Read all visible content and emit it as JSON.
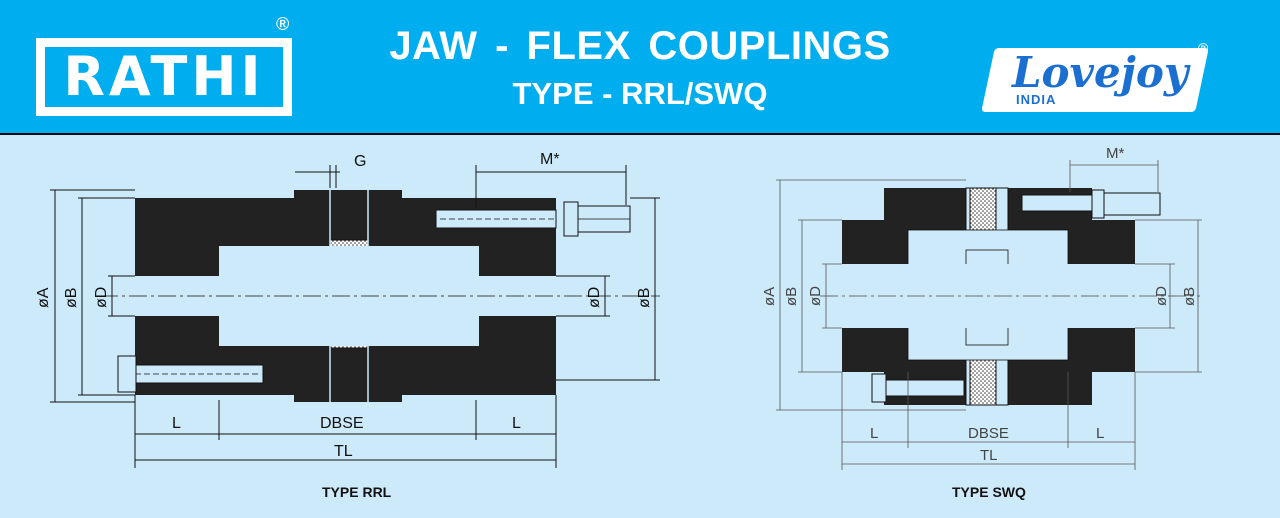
{
  "header": {
    "rathi_logo": "RATHI",
    "registered_mark": "®",
    "title": "JAW - FLEX  COUPLINGS",
    "subtitle": "TYPE - RRL/SWQ",
    "lovejoy_logo": "Lovejoy",
    "lovejoy_subtext": "INDIA",
    "lovejoy_registered": "®"
  },
  "diagram_rrl": {
    "caption": "TYPE RRL",
    "labels": {
      "g": "G",
      "m": "M*",
      "phi_a": "øA",
      "phi_b_left": "øB",
      "phi_d_left": "øD",
      "phi_d_right": "øD",
      "phi_b_right": "øB",
      "l_left": "L",
      "dbse": "DBSE",
      "l_right": "L",
      "tl": "TL"
    }
  },
  "diagram_swq": {
    "caption": "TYPE SWQ",
    "labels": {
      "m": "M*",
      "phi_a": "øA",
      "phi_b_left": "øB",
      "phi_d_left": "øD",
      "phi_d_right": "øD",
      "phi_b_right": "øB",
      "l_left": "L",
      "dbse": "DBSE",
      "l_right": "L",
      "tl": "TL"
    }
  },
  "colors": {
    "header_bg": "#00aeef",
    "body_bg": "#cdeafa",
    "part_fill": "#222222",
    "logo_blue": "#1a6fd0"
  }
}
